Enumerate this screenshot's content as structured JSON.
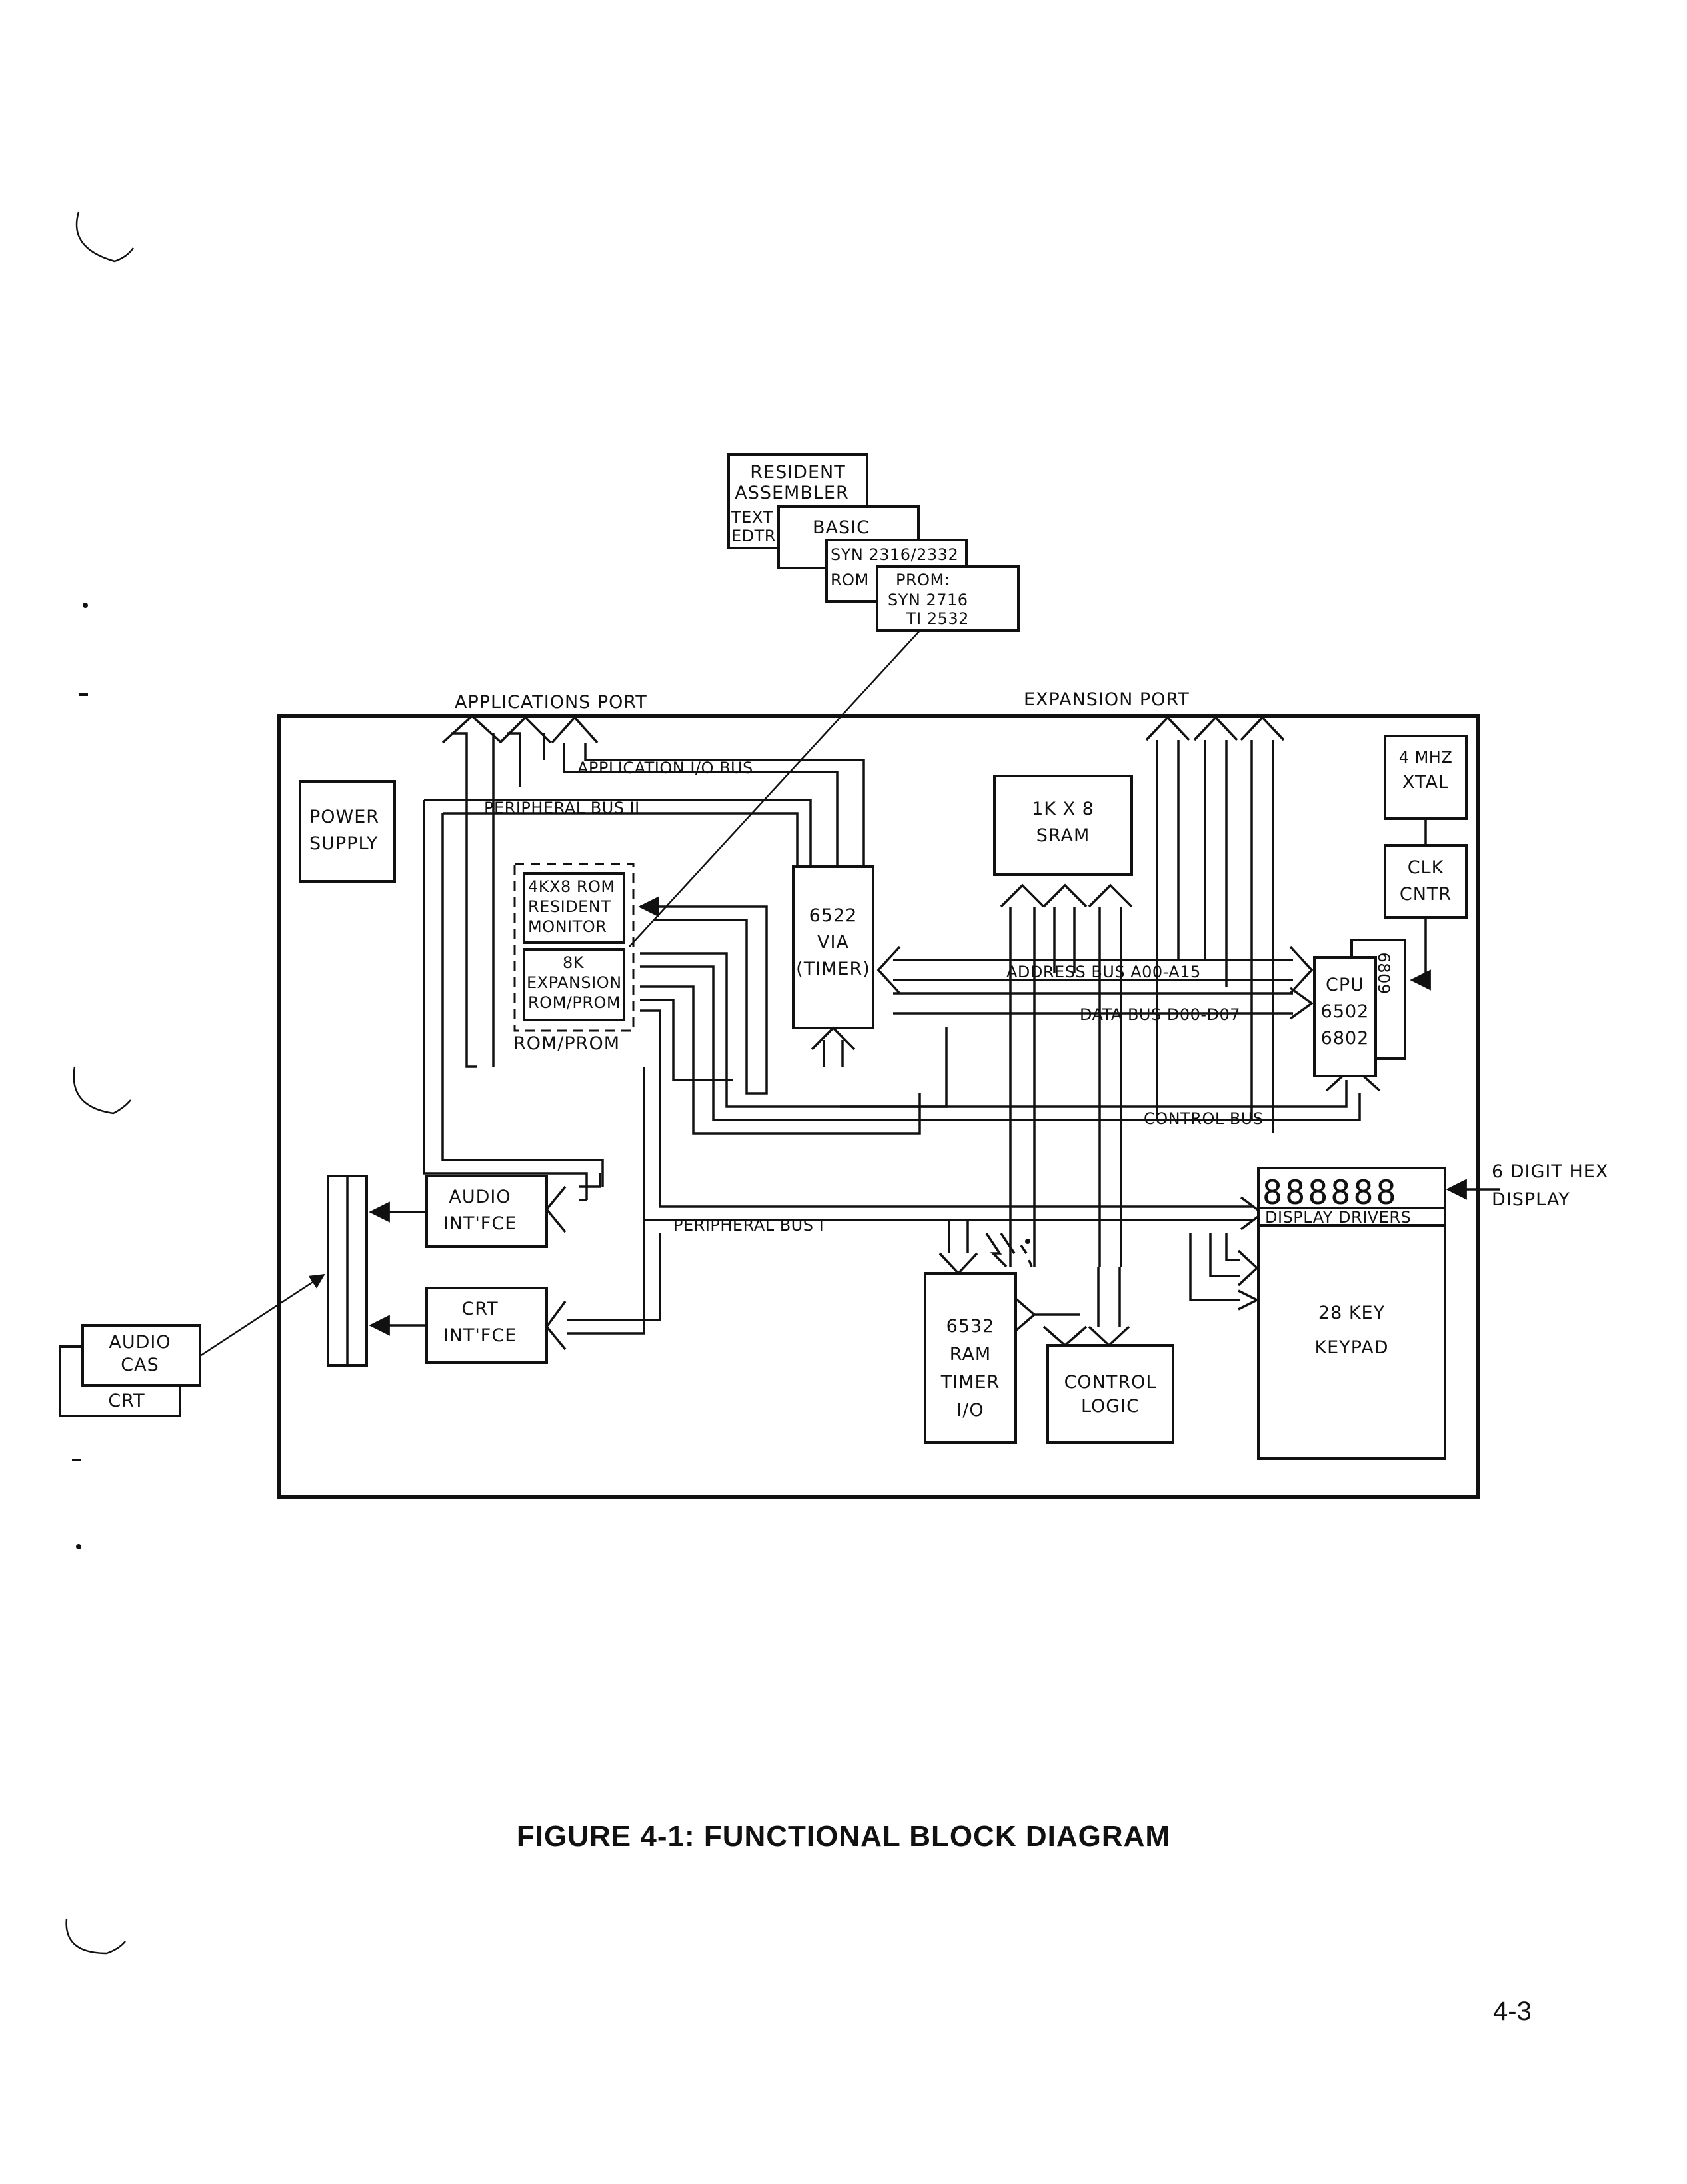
{
  "stacked_blocks": {
    "assembler": [
      "RESIDENT",
      "ASSEMBLER",
      "TEXT",
      "EDTR"
    ],
    "basic": [
      "BASIC"
    ],
    "syn_rom": [
      "SYN 2316/2332",
      "ROM"
    ],
    "prom": [
      "PROM:",
      "SYN 2716",
      "TI 2532"
    ]
  },
  "ports": {
    "applications": "APPLICATIONS PORT",
    "expansion": "EXPANSION PORT"
  },
  "buses": {
    "application_io": "APPLICATION I/O BUS",
    "peripheral_2": "PERIPHERAL BUS II",
    "address": "ADDRESS BUS A00-A15",
    "data": "DATA BUS D00-D07",
    "control": "CONTROL BUS",
    "peripheral_1": "PERIPHERAL BUS I"
  },
  "blocks": {
    "power_supply": [
      "POWER",
      "SUPPLY"
    ],
    "monitor_rom": [
      "4KX8 ROM",
      "RESIDENT",
      "MONITOR"
    ],
    "expansion_rom": [
      "8K",
      "EXPANSION",
      "ROM/PROM"
    ],
    "rom_prom_group": "ROM/PROM",
    "via": [
      "6522",
      "VIA",
      "(TIMER)"
    ],
    "sram": [
      "1K X 8",
      "SRAM"
    ],
    "xtal": [
      "4 MHZ",
      "XTAL"
    ],
    "clk": [
      "CLK",
      "CNTR"
    ],
    "cpu": [
      "CPU",
      "6502",
      "6802"
    ],
    "cpu_alt": "6809",
    "audio_intf": [
      "AUDIO",
      "INT'FCE"
    ],
    "crt_intf": [
      "CRT",
      "INT'FCE"
    ],
    "riot": [
      "6532",
      "RAM",
      "TIMER",
      "I/O"
    ],
    "control_logic": [
      "CONTROL",
      "LOGIC"
    ],
    "display_drivers": "DISPLAY DRIVERS",
    "display_digits": "888888",
    "keypad": [
      "28 KEY",
      "KEYPAD"
    ],
    "hex_display_label": [
      "6 DIGIT HEX",
      "DISPLAY"
    ],
    "audio_cas": [
      "AUDIO",
      "CAS"
    ],
    "crt_ext": "CRT"
  },
  "caption": "FIGURE 4-1: FUNCTIONAL BLOCK DIAGRAM",
  "page_number": "4-3"
}
